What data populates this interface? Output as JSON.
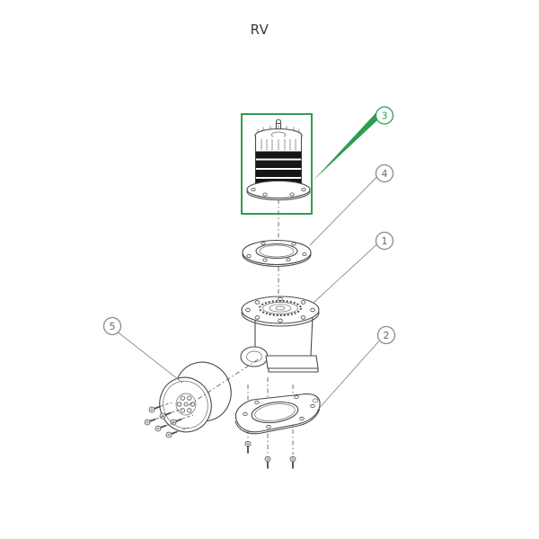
{
  "title": "RV",
  "selected_callout": "3",
  "colors": {
    "highlight": "#2f9e4f"
  },
  "callouts": [
    {
      "label": "3",
      "highlighted": true
    },
    {
      "label": "4",
      "highlighted": false
    },
    {
      "label": "1",
      "highlighted": false
    },
    {
      "label": "2",
      "highlighted": false
    },
    {
      "label": "5",
      "highlighted": false
    }
  ]
}
